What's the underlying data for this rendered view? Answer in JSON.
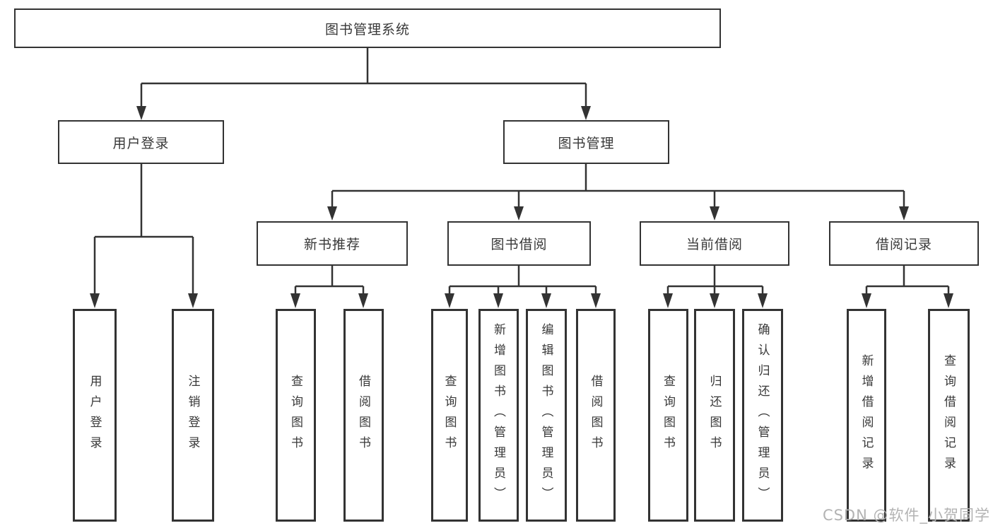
{
  "colors": {
    "line": "#333333",
    "box_border": "#333333",
    "text": "#383838",
    "watermark": "#b3b3b3",
    "background": "#ffffff"
  },
  "chart_data": {
    "type": "tree-diagram",
    "title": "图书管理系统"
  },
  "nodes": {
    "root": {
      "label": "图书管理系统"
    },
    "user_login": {
      "label": "用户登录",
      "parent": "图书管理系统"
    },
    "book_mgmt": {
      "label": "图书管理",
      "parent": "图书管理系统"
    },
    "new_book_rec": {
      "label": "新书推荐",
      "parent": "图书管理"
    },
    "book_borrow": {
      "label": "图书借阅",
      "parent": "图书管理"
    },
    "current_borrow": {
      "label": "当前借阅",
      "parent": "图书管理"
    },
    "borrow_records": {
      "label": "借阅记录",
      "parent": "图书管理"
    },
    "leaves": [
      {
        "label": "用户登录",
        "parent": "用户登录"
      },
      {
        "label": "注销登录",
        "parent": "用户登录"
      },
      {
        "label": "查询图书",
        "parent": "新书推荐"
      },
      {
        "label": "借阅图书",
        "parent": "新书推荐"
      },
      {
        "label": "查询图书",
        "parent": "图书借阅"
      },
      {
        "label": "新增图书（管理员）",
        "parent": "图书借阅"
      },
      {
        "label": "编辑图书（管理员）",
        "parent": "图书借阅"
      },
      {
        "label": "借阅图书",
        "parent": "图书借阅"
      },
      {
        "label": "查询图书",
        "parent": "当前借阅"
      },
      {
        "label": "归还图书",
        "parent": "当前借阅"
      },
      {
        "label": "确认归还（管理员）",
        "parent": "当前借阅"
      },
      {
        "label": "新增借阅记录",
        "parent": "借阅记录"
      },
      {
        "label": "查询借阅记录",
        "parent": "借阅记录"
      }
    ]
  },
  "watermark": {
    "text": "CSDN @软件_小贺同学"
  }
}
